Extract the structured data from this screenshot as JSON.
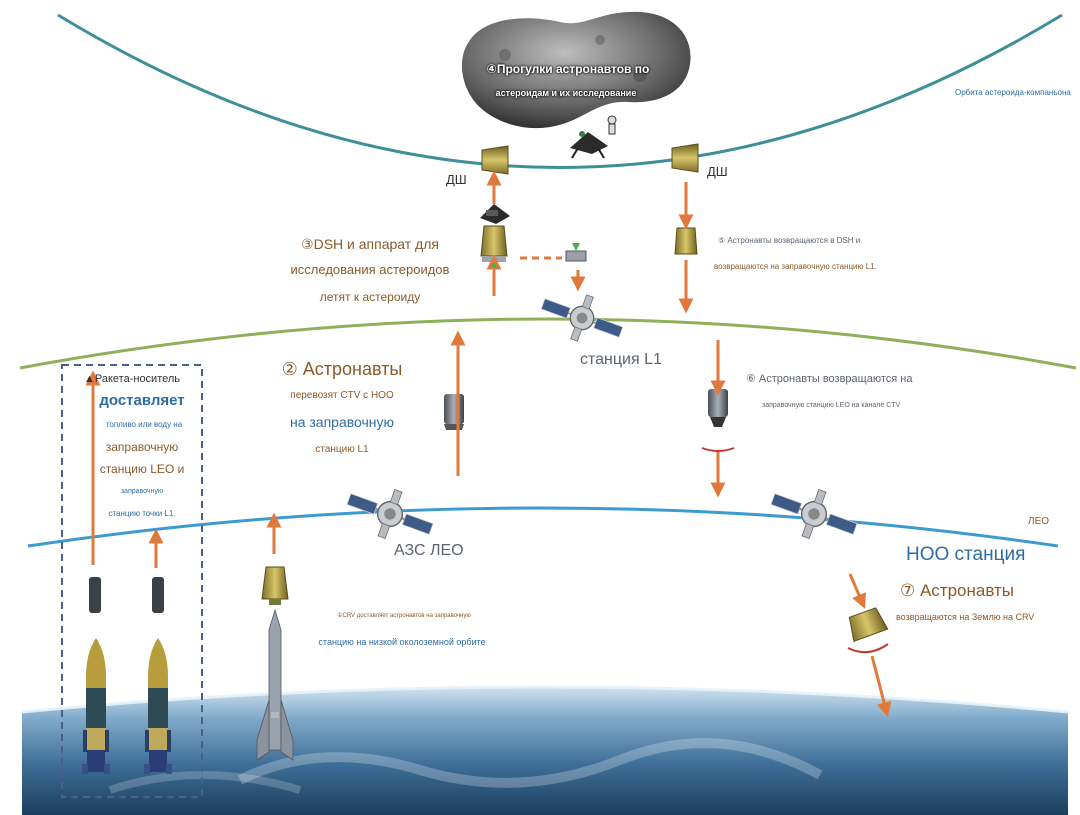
{
  "asteroid_label_line1": "④Прогулки астронавтов по",
  "asteroid_label_line2": "астероидам и их исследование",
  "companion_orbit_label": "Орбита астероида-компаньона",
  "dsh_left": "ДШ",
  "dsh_right": "ДШ",
  "step3": {
    "line1": "③DSH и аппарат для",
    "line2": "исследования астероидов",
    "line3": "летят к астероиду"
  },
  "step5": {
    "line1": "⑤ Астронавты возвращаются в DSH и",
    "line2": "возвращаются на заправочную станцию L1."
  },
  "station_l1": "станция L1",
  "launcher": {
    "line1": "Ракета-носитель",
    "line2": "доставляет",
    "line3": "топливо или воду на",
    "line4": "заправочную",
    "line5": "станцию LEO и",
    "line6": "заправочную",
    "line7": "станцию точки L1."
  },
  "step2": {
    "line1": "② Астронавты",
    "line2": "перевозят CTV с НОО",
    "line3": "на заправочную",
    "line4": "станцию L1"
  },
  "step6": {
    "line1": "⑥ Астронавты возвращаются на",
    "line2": "заправочную станцию LEO на канале CTV"
  },
  "leo_orbit_label": "ЛЕО",
  "azs_leo": "АЗС ЛЕО",
  "noo_station": "НОО станция",
  "step7": {
    "line1": "⑦ Астронавты",
    "line2": "возвращаются на Землю на CRV"
  },
  "step1": {
    "line1": "①CRV доставляет астронавтов на заправочную",
    "line2": "станцию на низкой околоземной орбите"
  },
  "colors": {
    "arrow": "#e07a3c",
    "companion_orbit": "#3f8f98",
    "l1_orbit": "#8fb05b",
    "leo_orbit": "#3b9bd0",
    "capsule": "#bfa84a",
    "panel": "#3e5a86"
  }
}
